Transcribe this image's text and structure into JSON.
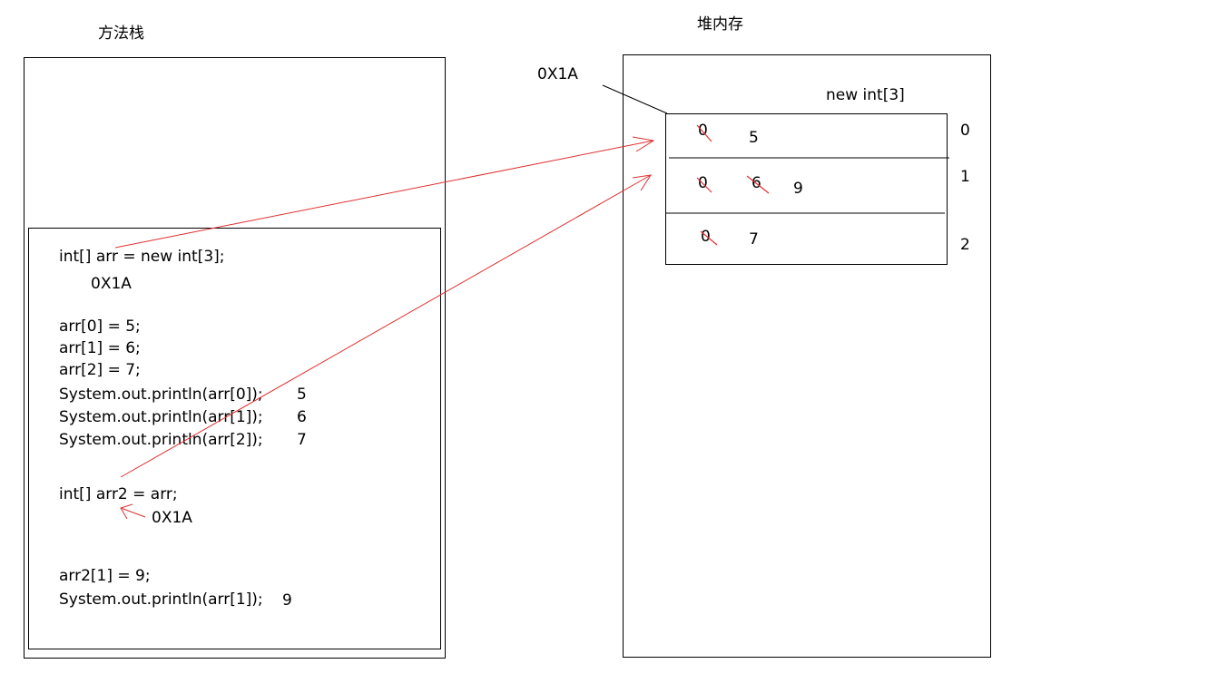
{
  "stack": {
    "title": "方法栈",
    "lines": [
      "int[] arr = new int[3];",
      "0X1A",
      "arr[0] = 5;",
      "arr[1] = 6;",
      "arr[2] = 7;",
      "System.out.println(arr[0]);",
      "System.out.println(arr[1]);",
      "System.out.println(arr[2]);",
      "int[] arr2 = arr;",
      "0X1A",
      "arr2[1] = 9;",
      "System.out.println(arr[1]);"
    ],
    "outputs": [
      "5",
      "6",
      "7",
      "9"
    ]
  },
  "heap": {
    "title": "堆内存",
    "address": "0X1A",
    "array_label": "new int[3]",
    "rows": [
      {
        "index": "0",
        "initial": "0",
        "values": [
          "5"
        ]
      },
      {
        "index": "1",
        "initial": "0",
        "values": [
          "6",
          "9"
        ]
      },
      {
        "index": "2",
        "initial": "0",
        "values": [
          "7"
        ]
      }
    ]
  },
  "colors": {
    "line": "#000000",
    "arrow": "#e03030"
  }
}
